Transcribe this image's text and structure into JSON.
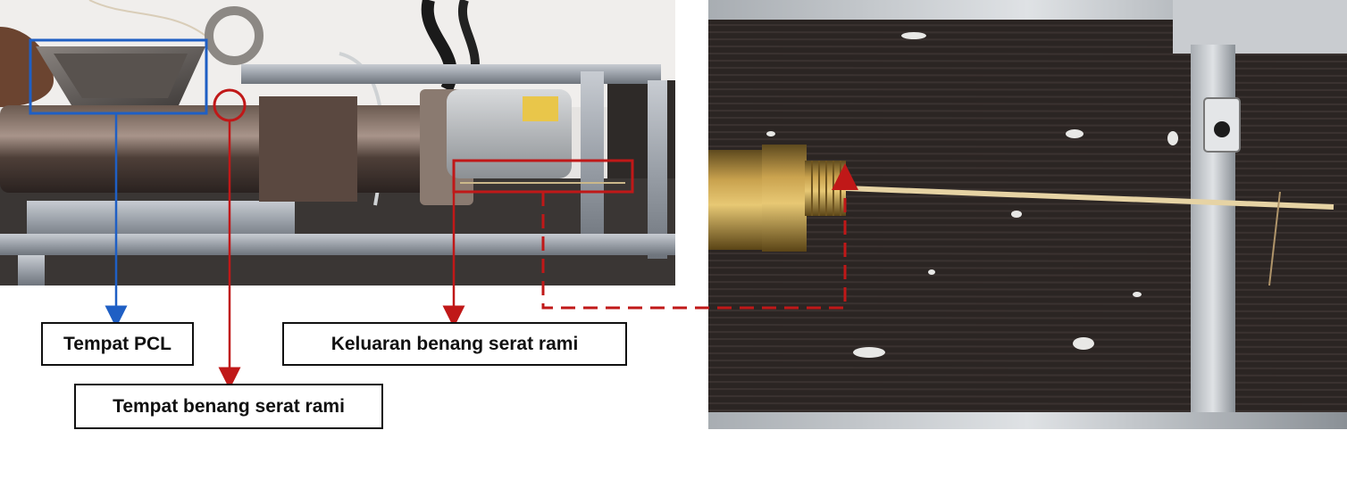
{
  "labels": {
    "pcl": "Tempat PCL",
    "output": "Keluaran benang serat rami",
    "input": "Tempat benang serat rami"
  },
  "colors": {
    "blue_annotation": "#1f5fc4",
    "red_annotation": "#c01818",
    "box_border": "#111111"
  },
  "photos": {
    "left": "extruder-machine-photo",
    "right": "nozzle-closeup-photo"
  }
}
